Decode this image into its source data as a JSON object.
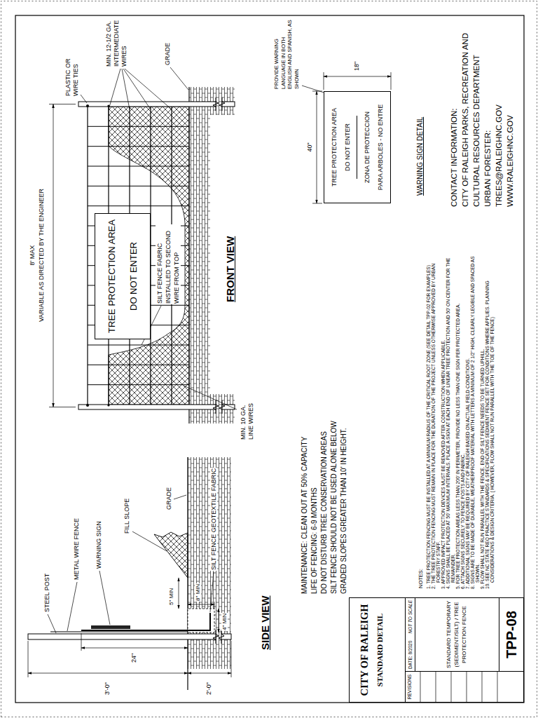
{
  "diagram": {
    "nodes": [
      {
        "text": [
          "TREE PROTECTION AREA",
          "DO NOT ENTER"
        ]
      },
      {
        "text": [
          "TREE PROTECTION AREA",
          "DO NOT ENTER",
          "ZONA DE PROTECCION",
          "PARA ARBOLES - NO ENTRE"
        ]
      },
      {
        "text": [
          "CITY OF RALEIGH",
          "STANDARD DETAIL"
        ]
      },
      {
        "text": [
          "REVISIONS"
        ],
        "in": 2
      },
      {
        "text": [
          "DATE: 8/2020",
          "NOT TO SCALE"
        ],
        "in": 2
      },
      {
        "text": [
          "STANDARD TEMPORARY (SEDIMENT/SILT) / TREE PROTECTION FENCE"
        ],
        "in": 2
      },
      {
        "text": [
          "TPP-08"
        ],
        "in": 2
      }
    ],
    "labels": [
      "PLASTIC OR WIRE TIES",
      "MIN. 12-1/2 GA. INTERMEDIATE WIRES",
      "GRADE",
      "8' MAX",
      "VARIABLE AS DIRECTED BY THE ENGINEER",
      "SILT FENCE FABRIC INSTALLED TO SECOND WIRE FROM TOP",
      "MIN. 10 GA. LINE WIRES",
      "FRONT VIEW",
      "PROVIDE WARNING LANGUAGE IN BOTH ENGLISH AND SPANISH, AS SHOWN",
      "40\"",
      "18\"",
      "WARNING SIGN DETAIL",
      "CONTACT INFORMATION:",
      "CITY OF RALEIGH PARKS, RECREATION AND",
      "CULTURAL RESOURCES DEPARTMENT",
      "URBAN FORESTER:",
      "TREES@RALEIGHNC.GOV",
      "WWW.RALEIGHNC.GOV",
      "STEEL POST",
      "METAL WIRE FENCE",
      "WARNING SIGN",
      "FILL SLOPE",
      "GRADE",
      "SILT FENCE GEOTEXTILE FABRIC",
      "3'-0\"",
      "2'-0\"",
      "24\"",
      "5\" MIN",
      "4\" MIN",
      "8\" MIN",
      "SIDE VIEW",
      "MAINTENANCE: CLEAN OUT AT 50% CAPACITY",
      "LIFE OF FENCING: 6-9 MONTHS",
      "DO NOT DISTURB TREE CONSERVATION AREAS",
      "SILT FENCE SHOULD NOT BE USED ALONE BELOW GRADED SLOPES GREATER THAN 10' IN HEIGHT.",
      "NOTES:",
      "1. TREE PROTECTION FENCING MUST BE INSTALLED AT A MINIMUM RADIUS OF THE CRITICAL ROOT ZONE (SEE DETAIL TPP-02 FOR EXAMPLES)",
      "2. THE TREE PROTECTION FENCING MUST REMAIN IN PLACE FOR THE DURATION OF THE PROJECT UNLESS OTHERWISE APPROVED BY URBAN FORESTRY STAFF.",
      "3. APPROVED IMPACT PROTECTION DEVICES MUST BE REMOVED AFTER CONSTRUCTION WHEN APPLICABLE.",
      "4. SIGNS SHALL BE PLACED AT 50' MAXIMUM INTERVALS. PLACE A SIGN AT EACH END OF LINEAR TREE PROTECTION AND 50' ON CENTER FOR THE REMAINDER.",
      "5. FOR TREE PROTECTION AREAS LESS THAN 200' IN PERIMETER, PROVIDE NO LESS THAN ONE SIGN PER PROTECTED AREA.",
      "6. ATTACH SIGNS SECURELY TO FENCE POSTS AND FABRIC.",
      "7. ADDITIONAL SIGNS MAY BE REQUIRED BY CITY OF RALEIGH BASED ON ACTUAL FIELD CONDITIONS.",
      "8. SIGNS ARE TO BE MADE OF DURABLE, WEATHERPROOF MATERIAL WITH LETTERS A MINIMUM OF 2 1/2\" HIGH, CLEARLY LEGIBLE AND SPACED AS SHOWN.",
      "9. FLOW SHALL NOT RUN PARALLEL WITH THE FENCE. END OF SILT FENCE NEEDS TO BE TURNED UPHILL.",
      "10. SEE NC STATE REQ PRACTICE STANDARDS & SPECIFICATIONS SEDIMENT FENCE SET FOR CONDITIONS WHERE APPLIES. PLANNING CONSIDERATIONS & DESIGN CRITERIA. ( HOWEVER, FLOW SHALL NOT RUN PARALLEL WITH THE TOE OF THE FENCE)"
    ]
  }
}
